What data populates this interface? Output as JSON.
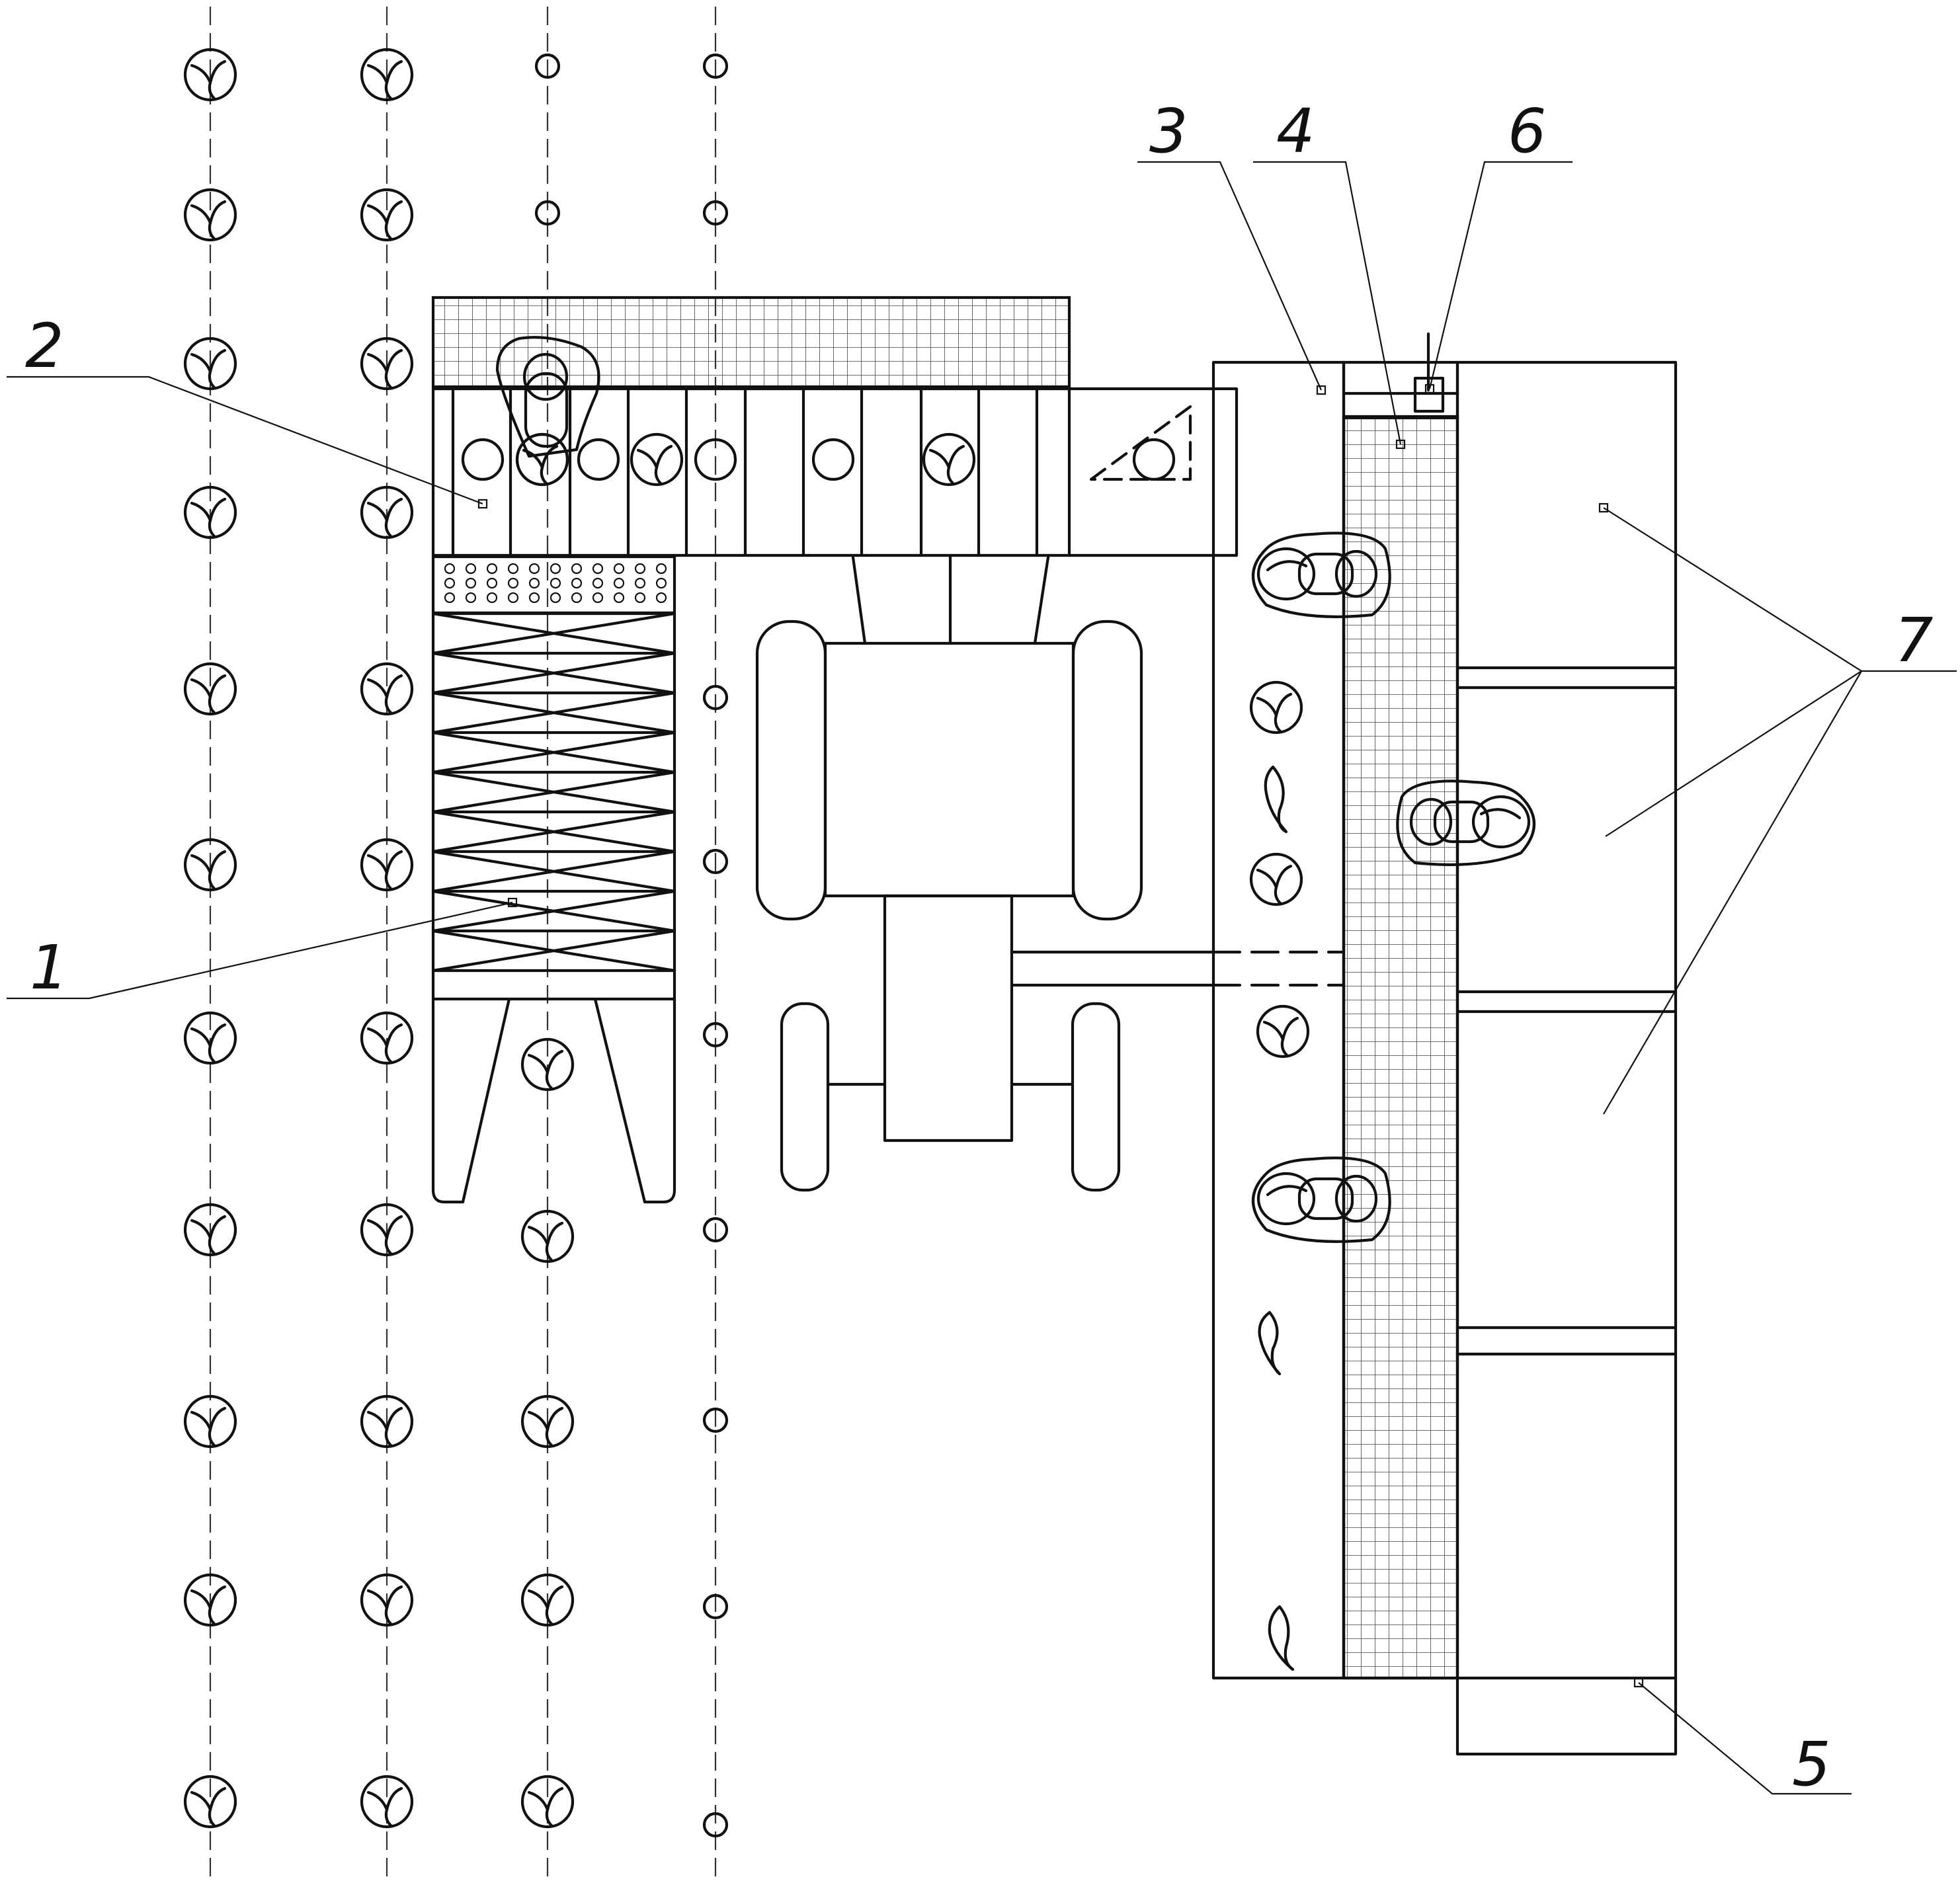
{
  "labels": {
    "l1": "1",
    "l2": "2",
    "l3": "3",
    "l4": "4",
    "l5": "5",
    "l6": "6",
    "l7": "7"
  },
  "colors": {
    "line": "#111111",
    "background": "#ffffff"
  }
}
